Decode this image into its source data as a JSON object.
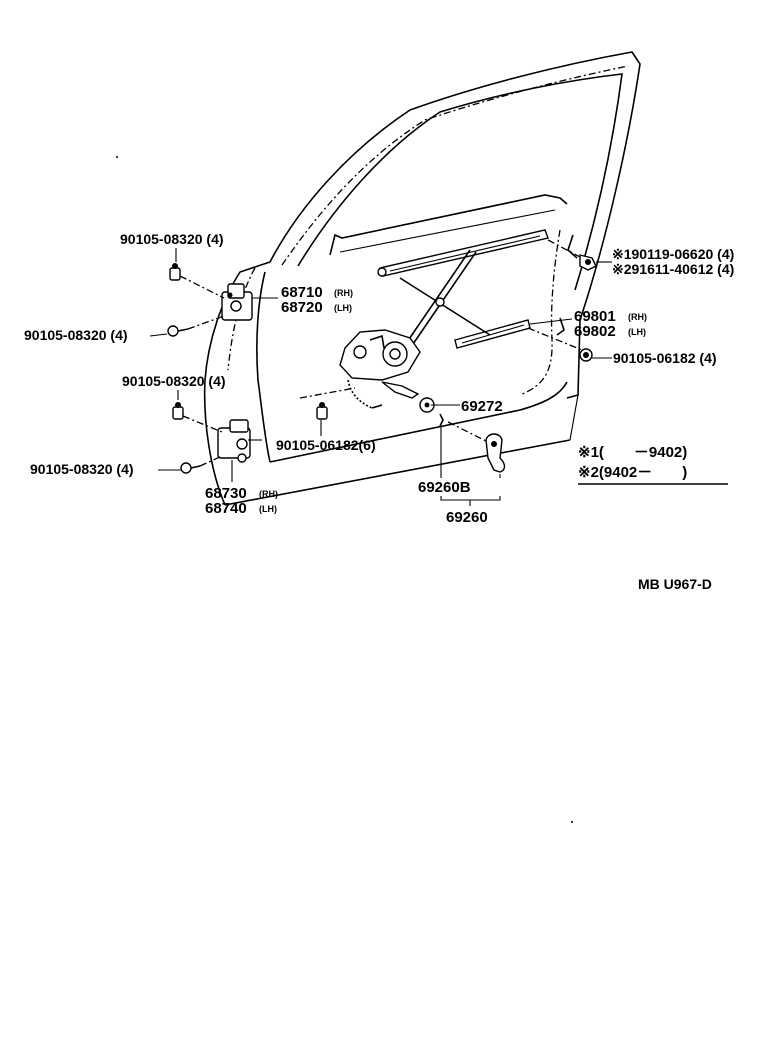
{
  "labels": {
    "bolt_upper_hinge_top": "90105-08320 (4)",
    "bolt_upper_hinge_side": "90105-08320 (4)",
    "bolt_lower_hinge_top": "90105-08320 (4)",
    "bolt_lower_hinge_side": "90105-08320 (4)",
    "upper_hinge_rh": "68710",
    "upper_hinge_lh": "68720",
    "lower_hinge_rh": "68730",
    "lower_hinge_lh": "68740",
    "rh_tag": "(RH)",
    "lh_tag": "(LH)",
    "bolt_regulator": "90105-06182(6)",
    "screw_1": "※190119-06620 (4)",
    "screw_2": "※291611-40612 (4)",
    "regulator_rh": "69801",
    "regulator_lh": "69802",
    "bolt_regulator_right": "90105-06182 (4)",
    "part_69272": "69272",
    "part_69260b": "69260B",
    "part_69260": "69260",
    "note_1": "※1(　　－9402)",
    "note_2": "※2(9402－　　)",
    "catalog_code": "MB U967-D"
  }
}
